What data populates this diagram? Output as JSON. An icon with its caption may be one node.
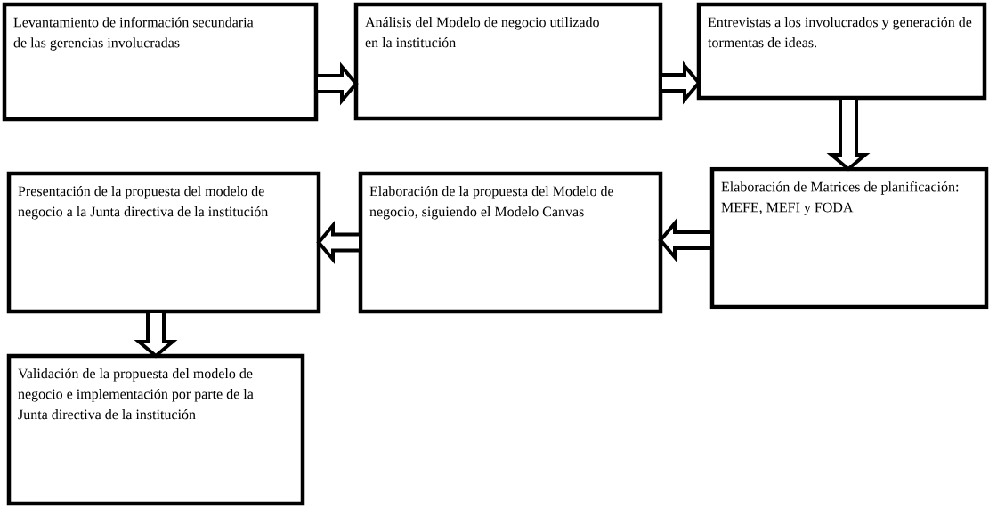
{
  "diagram": {
    "nodes": [
      {
        "text": [
          "Levantamiento de información secundaria de las gerencias involucradas"
        ]
      },
      {
        "text": [
          "Análisis del Modelo de negocio utilizado en la institución"
        ]
      },
      {
        "text": [
          "Entrevistas a los involucrados y generación de tormentas de ideas."
        ]
      },
      {
        "text": [
          "Elaboración de Matrices de planificación: MEFE, MEFI y FODA"
        ]
      },
      {
        "text": [
          "Elaboración de la propuesta del Modelo de negocio, siguiendo el Modelo Canvas"
        ]
      },
      {
        "text": [
          "Presentación de la propuesta del modelo de negocio a la Junta directiva de la institución"
        ]
      },
      {
        "text": [
          "Validación de la propuesta del modelo de negocio e implementación por parte de la Junta directiva de la institución"
        ]
      }
    ],
    "edges": [
      {
        "from": 0,
        "to": 1,
        "arrow": "to"
      },
      {
        "from": 1,
        "to": 2,
        "arrow": "to"
      },
      {
        "from": 2,
        "to": 3,
        "arrow": "to"
      },
      {
        "from": 3,
        "to": 4,
        "arrow": "to"
      },
      {
        "from": 4,
        "to": 5,
        "arrow": "to"
      },
      {
        "from": 5,
        "to": 6,
        "arrow": "to"
      }
    ]
  }
}
